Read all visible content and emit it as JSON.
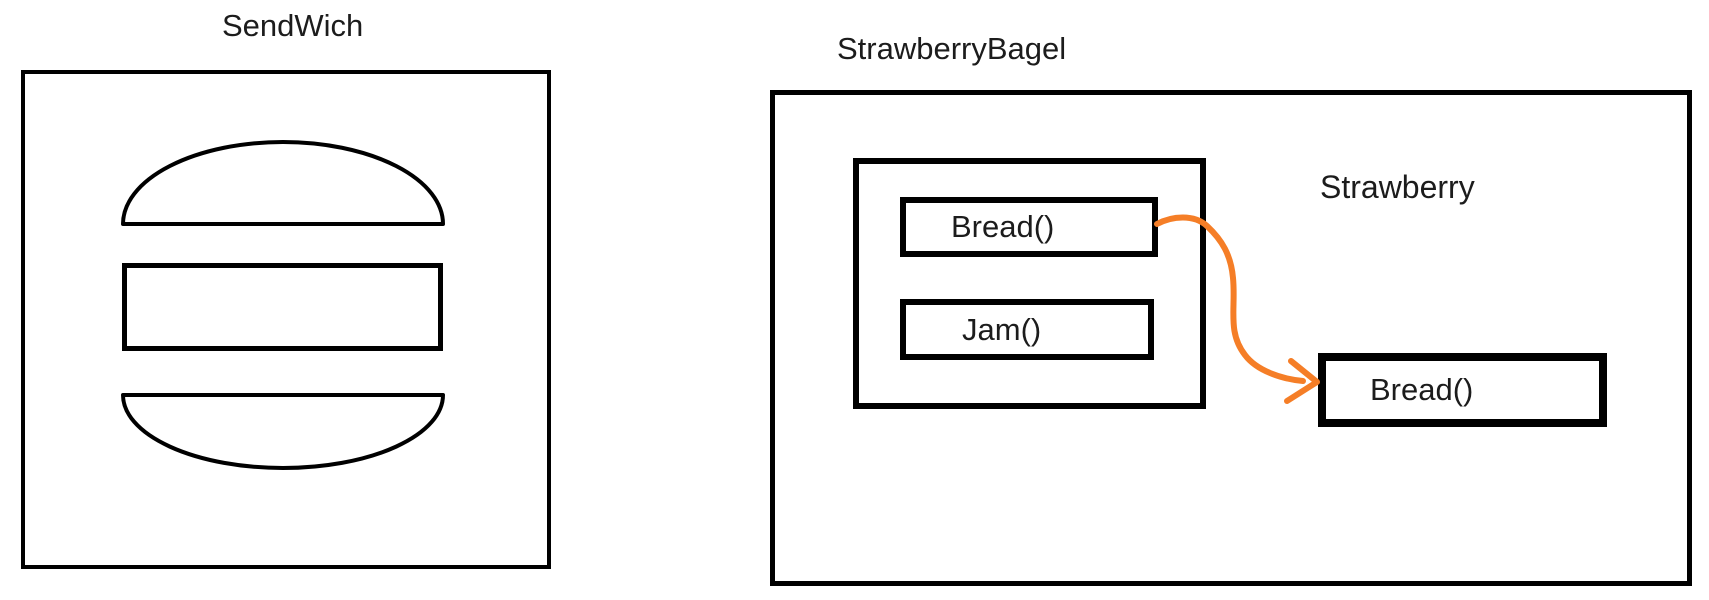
{
  "diagram": {
    "sandwich": {
      "title": "SendWich"
    },
    "bagel": {
      "title": "StrawberryBagel",
      "class_name": "Strawberry",
      "methods": [
        {
          "label": "Bread()"
        },
        {
          "label": "Jam()"
        }
      ],
      "callee": {
        "label": "Bread()"
      }
    },
    "colors": {
      "ink": "#000000",
      "arrow": "#F57E27"
    }
  }
}
